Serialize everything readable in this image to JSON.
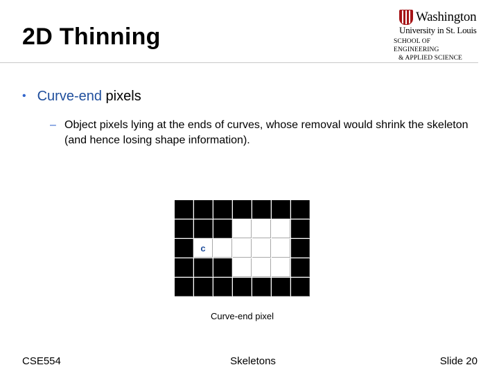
{
  "slide": {
    "title": "2D Thinning",
    "logo": {
      "line1": "Washington",
      "line2": "University in St. Louis",
      "line3": "School of Engineering",
      "line4": "& Applied Science"
    },
    "bullet": {
      "highlight": "Curve-end",
      "rest": " pixels",
      "sub_dash": "–",
      "sub_text": "Object pixels lying at the ends of curves, whose removal would shrink the skeleton (and hence losing shape information)."
    },
    "grid": {
      "rows": [
        [
          "b",
          "b",
          "b",
          "b",
          "b",
          "b",
          "b"
        ],
        [
          "b",
          "b",
          "b",
          "w",
          "w",
          "w",
          "b"
        ],
        [
          "b",
          "w",
          "w",
          "w",
          "w",
          "w",
          "b"
        ],
        [
          "b",
          "b",
          "b",
          "w",
          "w",
          "w",
          "b"
        ],
        [
          "b",
          "b",
          "b",
          "b",
          "b",
          "b",
          "b"
        ]
      ],
      "label_row": 2,
      "label_col": 1,
      "label": "c"
    },
    "caption": "Curve-end pixel",
    "footer": {
      "left": "CSE554",
      "center": "Skeletons",
      "right": "Slide 20"
    },
    "colors": {
      "accent": "#3366cc",
      "highlight_text": "#1f4e9c",
      "logo_red": "#a51417"
    }
  }
}
